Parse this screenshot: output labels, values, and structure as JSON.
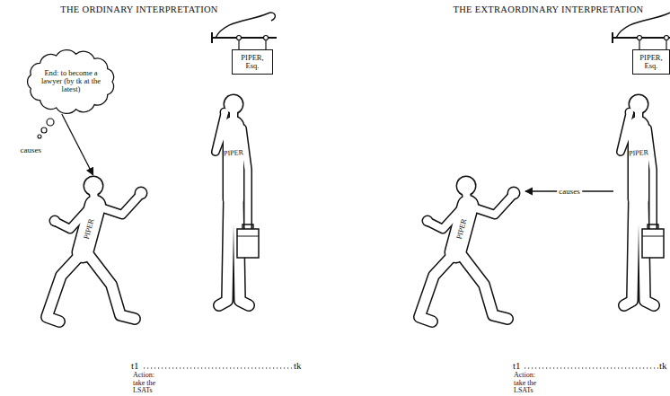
{
  "diagram": {
    "nodes": [
      {
        "text": [
          "End: to become a lawyer (by tk at the latest)"
        ]
      },
      {
        "text": [
          "PIPER"
        ]
      },
      {
        "text": [
          "PIPER, Esq."
        ]
      },
      {
        "text": [
          "PIPER"
        ]
      },
      {
        "text": [
          "PIPER"
        ]
      },
      {
        "text": [
          "PIPER, Esq."
        ]
      },
      {
        "text": [
          "PIPER"
        ]
      }
    ],
    "edges": [
      {
        "from": 0,
        "to": 1,
        "arrow": "to",
        "label": "causes"
      },
      {
        "from": 6,
        "to": 4,
        "arrow": "to",
        "label": "causes"
      }
    ],
    "labels": [
      "THE ORDINARY INTERPRETATION",
      "THE EXTRAORDINARY INTERPRETATION",
      "t1",
      "tk",
      "Action: take the LSATs",
      "t1",
      "tk",
      "Action: take the LSATs"
    ]
  }
}
